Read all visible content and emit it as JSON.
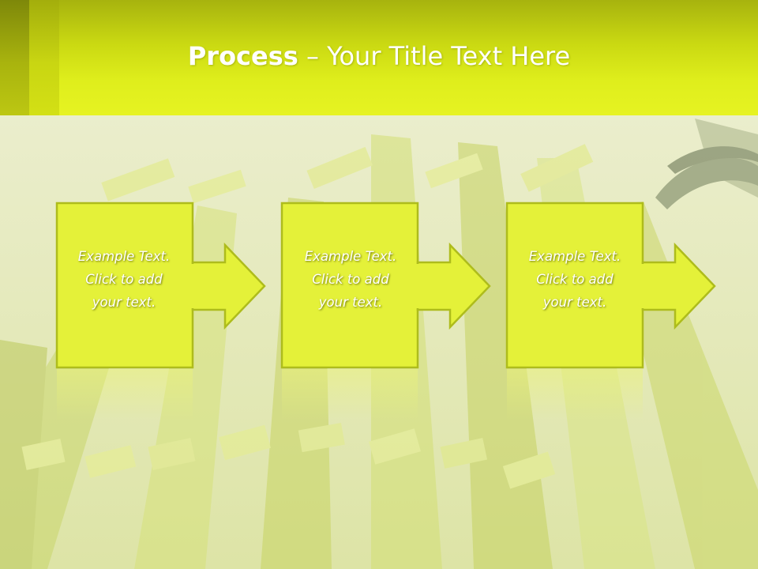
{
  "slide": {
    "title_bold": "Process",
    "title_rest": " – Your Title Text Here"
  },
  "steps": [
    {
      "text": "Example Text.\nClick  to add\nyour text."
    },
    {
      "text": "Example Text.\nClick  to add\nyour text."
    },
    {
      "text": "Example Text.\nClick  to add\nyour text."
    }
  ],
  "colors": {
    "box_fill": "#e4f139",
    "box_stroke": "#aebc1c",
    "header": "#e2ef1f",
    "text": "#ffffff"
  }
}
